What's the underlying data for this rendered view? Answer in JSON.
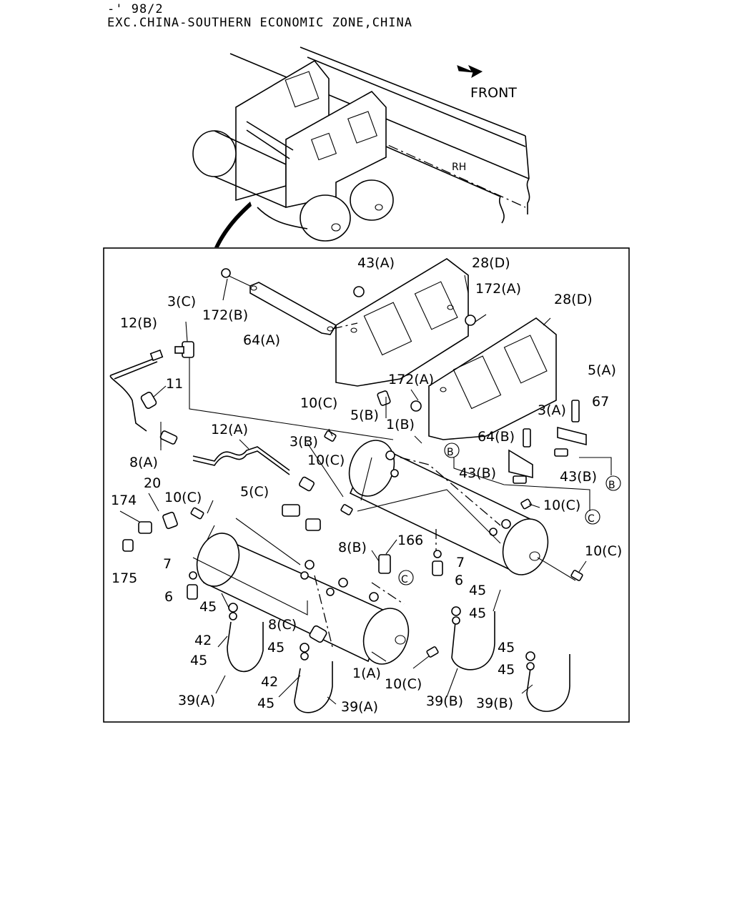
{
  "header": {
    "line1": "-' 98/2",
    "line2": "EXC.CHINA-SOUTHERN ECONOMIC ZONE,CHINA"
  },
  "overview": {
    "front_label": "FRONT",
    "rh_label": "RH"
  },
  "callouts": [
    {
      "id": "c-43a",
      "text": "43(A)"
    },
    {
      "id": "c-28d-1",
      "text": "28(D)"
    },
    {
      "id": "c-3c",
      "text": "3(C)"
    },
    {
      "id": "c-172b",
      "text": "172(B)"
    },
    {
      "id": "c-172a-1",
      "text": "172(A)"
    },
    {
      "id": "c-28d-2",
      "text": "28(D)"
    },
    {
      "id": "c-12b",
      "text": "12(B)"
    },
    {
      "id": "c-64a",
      "text": "64(A)"
    },
    {
      "id": "c-11",
      "text": "11"
    },
    {
      "id": "c-172a-2",
      "text": "172(A)"
    },
    {
      "id": "c-5a",
      "text": "5(A)"
    },
    {
      "id": "c-10c-1",
      "text": "10(C)"
    },
    {
      "id": "c-5b",
      "text": "5(B)"
    },
    {
      "id": "c-3a",
      "text": "3(A)"
    },
    {
      "id": "c-67",
      "text": "67"
    },
    {
      "id": "c-12a",
      "text": "12(A)"
    },
    {
      "id": "c-1b",
      "text": "1(B)"
    },
    {
      "id": "c-3b",
      "text": "3(B)"
    },
    {
      "id": "c-64b",
      "text": "64(B)"
    },
    {
      "id": "c-8a",
      "text": "8(A)"
    },
    {
      "id": "c-10c-2",
      "text": "10(C)"
    },
    {
      "id": "c-43b-1",
      "text": "43(B)"
    },
    {
      "id": "c-43b-2",
      "text": "43(B)"
    },
    {
      "id": "c-20",
      "text": "20"
    },
    {
      "id": "c-5c",
      "text": "5(C)"
    },
    {
      "id": "c-174",
      "text": "174"
    },
    {
      "id": "c-10c-3",
      "text": "10(C)"
    },
    {
      "id": "c-10c-4",
      "text": "10(C)"
    },
    {
      "id": "c-166",
      "text": "166"
    },
    {
      "id": "c-8b",
      "text": "8(B)"
    },
    {
      "id": "c-10c-5",
      "text": "10(C)"
    },
    {
      "id": "c-175",
      "text": "175"
    },
    {
      "id": "c-7-1",
      "text": "7"
    },
    {
      "id": "c-7-2",
      "text": "7"
    },
    {
      "id": "c-6-1",
      "text": "6"
    },
    {
      "id": "c-6-2",
      "text": "6"
    },
    {
      "id": "c-45-1",
      "text": "45"
    },
    {
      "id": "c-45-2",
      "text": "45"
    },
    {
      "id": "c-45-3",
      "text": "45"
    },
    {
      "id": "c-42-1",
      "text": "42"
    },
    {
      "id": "c-45-4",
      "text": "45"
    },
    {
      "id": "c-8c",
      "text": "8(C)"
    },
    {
      "id": "c-45-5",
      "text": "45"
    },
    {
      "id": "c-45-6",
      "text": "45"
    },
    {
      "id": "c-45-7",
      "text": "45"
    },
    {
      "id": "c-1a",
      "text": "1(A)"
    },
    {
      "id": "c-42-2",
      "text": "42"
    },
    {
      "id": "c-10c-6",
      "text": "10(C)"
    },
    {
      "id": "c-39a-1",
      "text": "39(A)"
    },
    {
      "id": "c-45-8",
      "text": "45"
    },
    {
      "id": "c-39a-2",
      "text": "39(A)"
    },
    {
      "id": "c-39b-1",
      "text": "39(B)"
    },
    {
      "id": "c-39b-2",
      "text": "39(B)"
    }
  ],
  "markers": [
    {
      "id": "m-b-1",
      "text": "B"
    },
    {
      "id": "m-b-2",
      "text": "B"
    },
    {
      "id": "m-c-1",
      "text": "C"
    },
    {
      "id": "m-c-2",
      "text": "C"
    }
  ]
}
